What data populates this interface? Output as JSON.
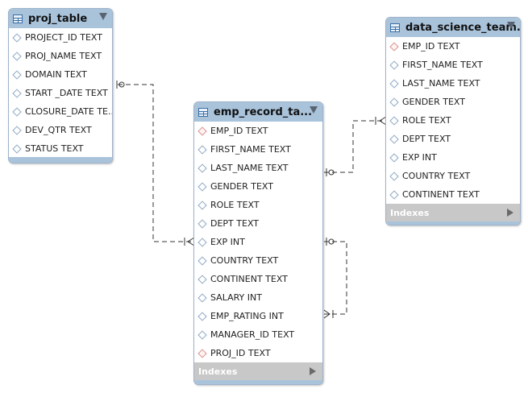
{
  "tables": {
    "proj": {
      "title": "proj_table",
      "columns": [
        {
          "label": "PROJECT_ID TEXT",
          "key": false
        },
        {
          "label": "PROJ_NAME TEXT",
          "key": false
        },
        {
          "label": "DOMAIN TEXT",
          "key": false
        },
        {
          "label": "START _DATE TEXT",
          "key": false
        },
        {
          "label": "CLOSURE_DATE TE...",
          "key": false
        },
        {
          "label": "DEV_QTR TEXT",
          "key": false
        },
        {
          "label": "STATUS TEXT",
          "key": false
        }
      ]
    },
    "emp": {
      "title": "emp_record_ta...",
      "indexes_label": "Indexes",
      "columns": [
        {
          "label": "EMP_ID TEXT",
          "key": true
        },
        {
          "label": "FIRST_NAME TEXT",
          "key": false
        },
        {
          "label": "LAST_NAME TEXT",
          "key": false
        },
        {
          "label": "GENDER TEXT",
          "key": false
        },
        {
          "label": "ROLE TEXT",
          "key": false
        },
        {
          "label": "DEPT TEXT",
          "key": false
        },
        {
          "label": "EXP INT",
          "key": false
        },
        {
          "label": "COUNTRY TEXT",
          "key": false
        },
        {
          "label": "CONTINENT TEXT",
          "key": false
        },
        {
          "label": "SALARY INT",
          "key": false
        },
        {
          "label": "EMP_RATING INT",
          "key": false
        },
        {
          "label": "MANAGER_ID TEXT",
          "key": false
        },
        {
          "label": "PROJ_ID TEXT",
          "key": true
        }
      ]
    },
    "ds": {
      "title": "data_science_team...",
      "indexes_label": "Indexes",
      "columns": [
        {
          "label": "EMP_ID TEXT",
          "key": true
        },
        {
          "label": "FIRST_NAME TEXT",
          "key": false
        },
        {
          "label": "LAST_NAME TEXT",
          "key": false
        },
        {
          "label": "GENDER TEXT",
          "key": false
        },
        {
          "label": "ROLE TEXT",
          "key": false
        },
        {
          "label": "DEPT TEXT",
          "key": false
        },
        {
          "label": "EXP INT",
          "key": false
        },
        {
          "label": "COUNTRY TEXT",
          "key": false
        },
        {
          "label": "CONTINENT TEXT",
          "key": false
        }
      ]
    }
  },
  "relationships": [
    {
      "from": "proj_table",
      "to": "emp_record_ta...",
      "from_cardinality": "zero-or-one",
      "to_cardinality": "one-or-many"
    },
    {
      "from": "emp_record_ta...",
      "to": "data_science_team...",
      "from_cardinality": "zero-or-one",
      "to_cardinality": "one-or-many"
    },
    {
      "from": "emp_record_ta...",
      "to": "emp_record_ta...",
      "from_cardinality": "zero-or-one",
      "to_cardinality": "one-or-many"
    }
  ],
  "colors": {
    "header": "#a9c3db",
    "border": "#9db3cb",
    "indexes_bar": "#c8c8c8",
    "key_icon": "#d9908c",
    "column_icon": "#8ea8c4"
  }
}
